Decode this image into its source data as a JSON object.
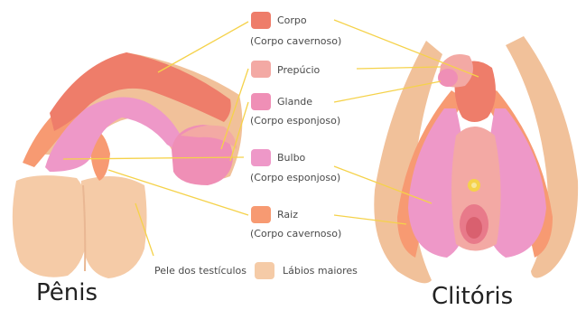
{
  "labels": {
    "corpo": "Corpo",
    "corpo_sub": "(Corpo cavernoso)",
    "prepucio": "Prepúcio",
    "glande": "Glande",
    "glande_sub": "(Corpo esponjoso)",
    "bulbo": "Bulbo",
    "bulbo_sub": "(Corpo esponjoso)",
    "raiz": "Raiz",
    "raiz_sub": "(Corpo cavernoso)",
    "pele": "Pele dos testículos",
    "labios": "Lábios maiores"
  },
  "titles": {
    "left": "Pênis",
    "right": "Clitóris"
  },
  "colors": {
    "corpo": "#ee7d6a",
    "prepucio": "#f3a9a4",
    "glande": "#ef8fb6",
    "bulbo": "#ee98c8",
    "raiz": "#f79a72",
    "pele": "#f5cba7",
    "leader": "#f5d24a"
  }
}
